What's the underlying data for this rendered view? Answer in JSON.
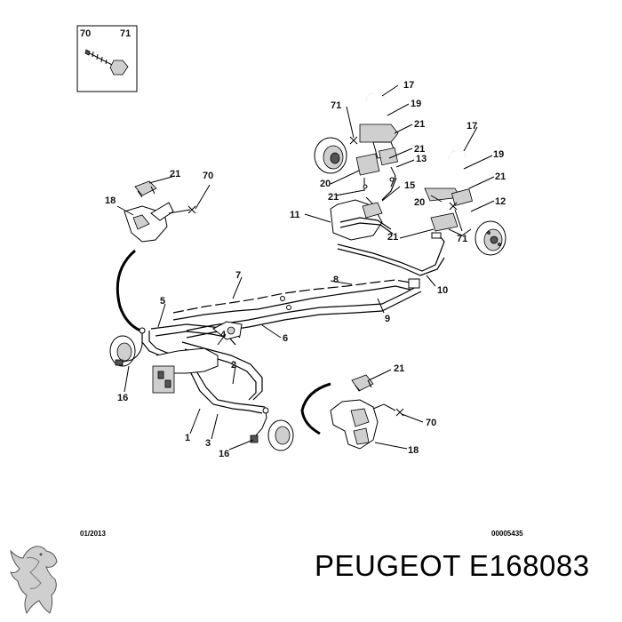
{
  "inset": {
    "labels": [
      "70",
      "71"
    ]
  },
  "callouts": {
    "c1": "1",
    "c2": "2",
    "c3": "3",
    "c4": "4",
    "c5": "5",
    "c6": "6",
    "c7": "7",
    "c8": "8",
    "c9": "9",
    "c10": "10",
    "c11": "11",
    "c12": "12",
    "c13": "13",
    "c15": "15",
    "c16a": "16",
    "c16b": "16",
    "c17a": "17",
    "c17b": "17",
    "c18a": "18",
    "c18b": "18",
    "c19a": "19",
    "c19b": "19",
    "c20a": "20",
    "c20b": "20",
    "c21a": "21",
    "c21b": "21",
    "c21c": "21",
    "c21d": "21",
    "c21e": "21",
    "c21f": "21",
    "c21g": "21",
    "c70a": "70",
    "c70b": "70",
    "c71a": "71",
    "c71b": "71"
  },
  "footer": {
    "date": "01/2013",
    "ref": "00005435"
  },
  "brand": {
    "text": "PEUGEOT E168083"
  },
  "icons": {
    "logo": "peugeot-lion-icon"
  }
}
